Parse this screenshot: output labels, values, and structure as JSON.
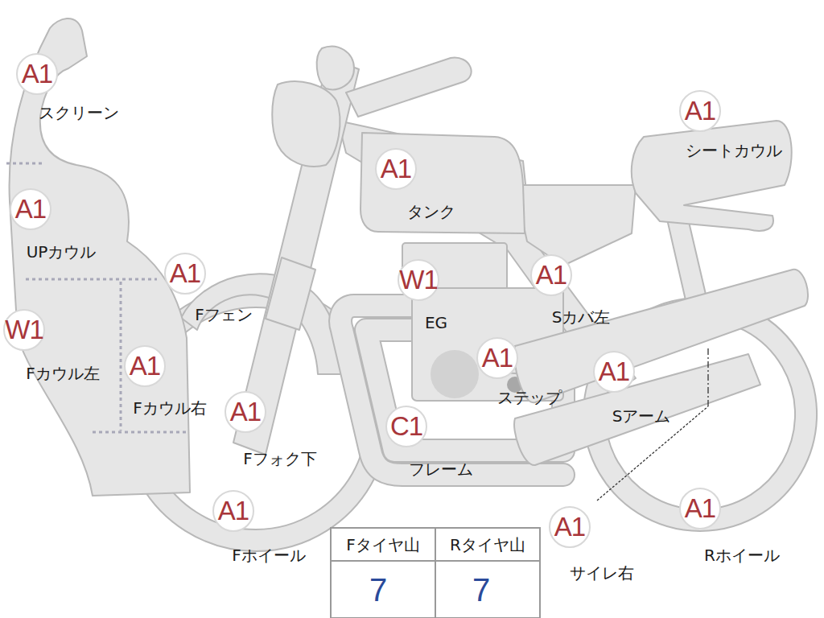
{
  "diagram": {
    "nodes": [
      {
        "text": [
          "A1",
          "スクリーン"
        ]
      },
      {
        "text": [
          "A1",
          "シートカウル"
        ]
      },
      {
        "text": [
          "A1",
          "タンク"
        ]
      },
      {
        "text": [
          "A1",
          "UPカウル"
        ]
      },
      {
        "text": [
          "A1",
          "Fフェン"
        ]
      },
      {
        "text": [
          "A1",
          "Sカバ左"
        ]
      },
      {
        "text": [
          "W1",
          "EG"
        ]
      },
      {
        "text": [
          "W1",
          "Fカウル左"
        ]
      },
      {
        "text": [
          "A1",
          "ステップ"
        ]
      },
      {
        "text": [
          "A1",
          "Fカウル右"
        ]
      },
      {
        "text": [
          "A1",
          "Sアーム"
        ]
      },
      {
        "text": [
          "A1",
          "Fフォク下"
        ]
      },
      {
        "text": [
          "C1",
          "フレーム"
        ]
      },
      {
        "text": [
          "A1",
          "Rホイール"
        ]
      },
      {
        "text": [
          "A1",
          "Fホイール"
        ]
      },
      {
        "text": [
          "A1",
          "サイレ右"
        ]
      }
    ],
    "labels": [
      "Fタイヤ山",
      "Rタイヤ山",
      "7",
      "7"
    ]
  }
}
